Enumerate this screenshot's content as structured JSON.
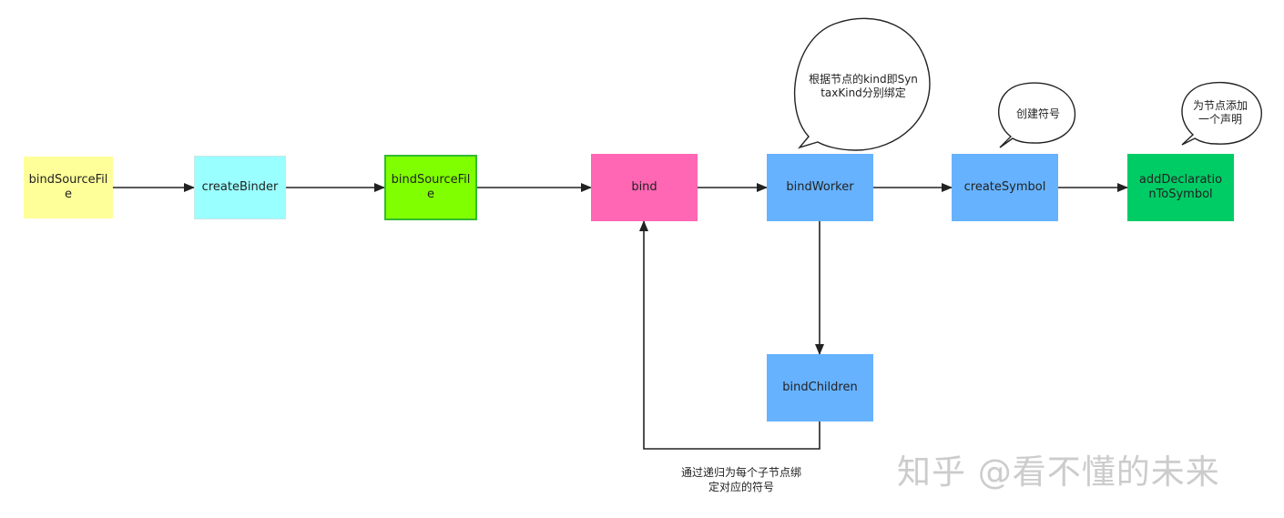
{
  "nodes": {
    "bind_source_file_1": {
      "label": "bindSourceFile",
      "color": "#ffff99"
    },
    "create_binder": {
      "label": "createBinder",
      "color": "#99ffff"
    },
    "bind_source_file_2": {
      "label": "bindSourceFile",
      "color": "#80ff00"
    },
    "bind": {
      "label": "bind",
      "color": "#ff66b3"
    },
    "bind_worker": {
      "label": "bindWorker",
      "color": "#66b2ff"
    },
    "create_symbol": {
      "label": "createSymbol",
      "color": "#66b2ff"
    },
    "add_declaration": {
      "label": "addDeclarationToSymbol",
      "color": "#00cc66"
    },
    "bind_children": {
      "label": "bindChildren",
      "color": "#66b2ff"
    }
  },
  "callouts": {
    "kind_bind": "根据节点的kind即SyntaxKind分别绑定",
    "create_symbol": "创建符号",
    "add_declaration": "为节点添加一个声明"
  },
  "annotations": {
    "recursion": "通过递归为每个子节点绑定对应的符号"
  },
  "watermark": "知乎 @看不懂的未来"
}
